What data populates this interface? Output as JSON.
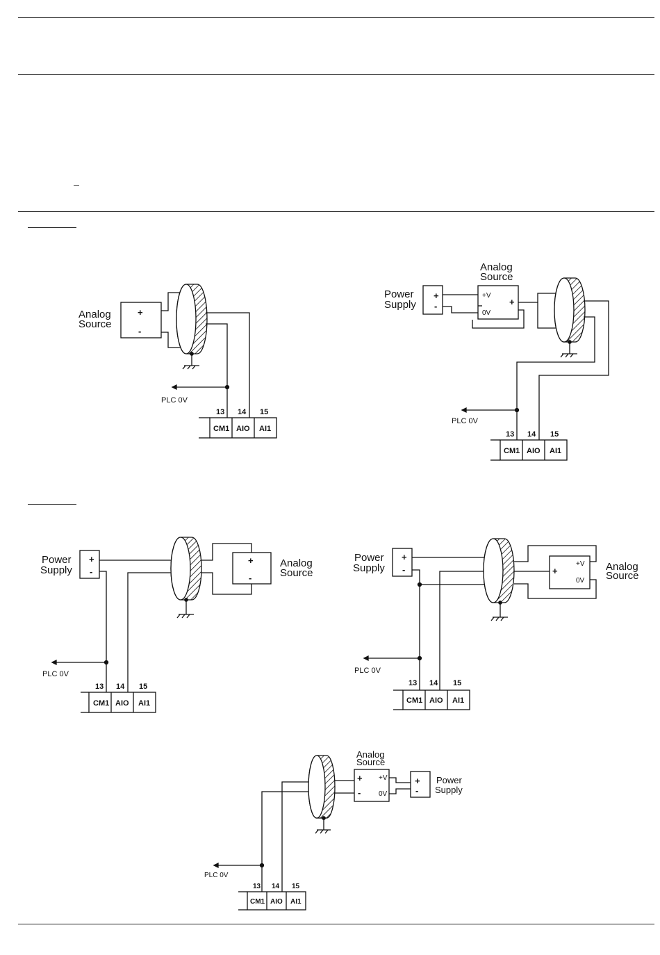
{
  "page": {
    "rules": [
      "top-rule",
      "header-rule",
      "section-rule",
      "bottom-rule"
    ]
  },
  "labels": {
    "analog_source": "Analog Source",
    "analog": "Analog",
    "source": "Source",
    "power": "Power",
    "supply": "Supply",
    "plc_0v": "PLC 0V",
    "plus": "+",
    "minus": "-",
    "plus_v": "+V",
    "zero_v": "0V"
  },
  "terminals": {
    "numbers": [
      "13",
      "14",
      "15"
    ],
    "names": [
      "CM1",
      "AIO",
      "AI1"
    ]
  }
}
